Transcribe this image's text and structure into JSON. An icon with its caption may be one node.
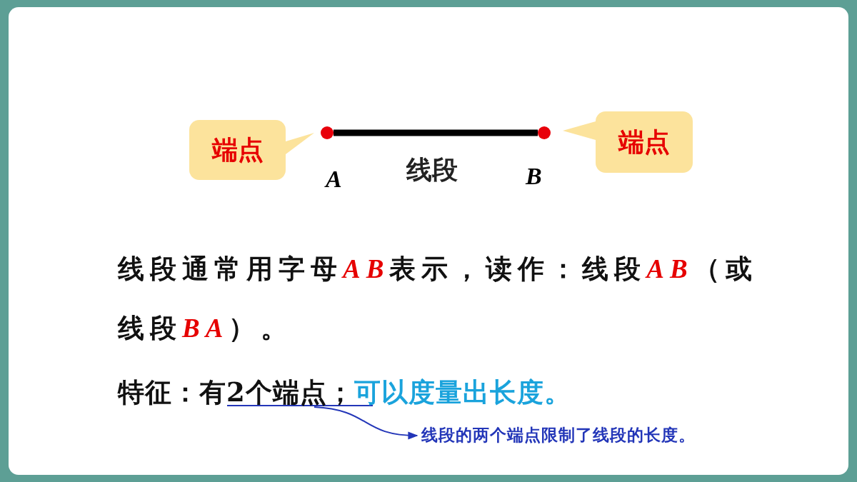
{
  "diagram": {
    "nodes": [
      {
        "text": [
          "端点"
        ]
      },
      {
        "text": [],
        "shape": "circle",
        "beside": [
          "A"
        ]
      },
      {
        "text": [],
        "shape": "circle",
        "beside": [
          "B"
        ]
      },
      {
        "text": [
          "端点"
        ]
      },
      {
        "text": [
          "特征：有**2**个端点；"
        ]
      },
      {
        "text": [
          "线段的两个端点限制了线段的长度。"
        ]
      }
    ],
    "edges": [
      {
        "from": 1,
        "to": 2,
        "arrow": "none",
        "label": "线段",
        "style": "thick"
      },
      {
        "from": 4,
        "to": 5,
        "arrow": "to",
        "color": "#2336b8"
      }
    ],
    "labels": [
      "线段通常用字母AB表示，读作：线段AB（或线段BA）。",
      "可以度量出长度。"
    ]
  }
}
